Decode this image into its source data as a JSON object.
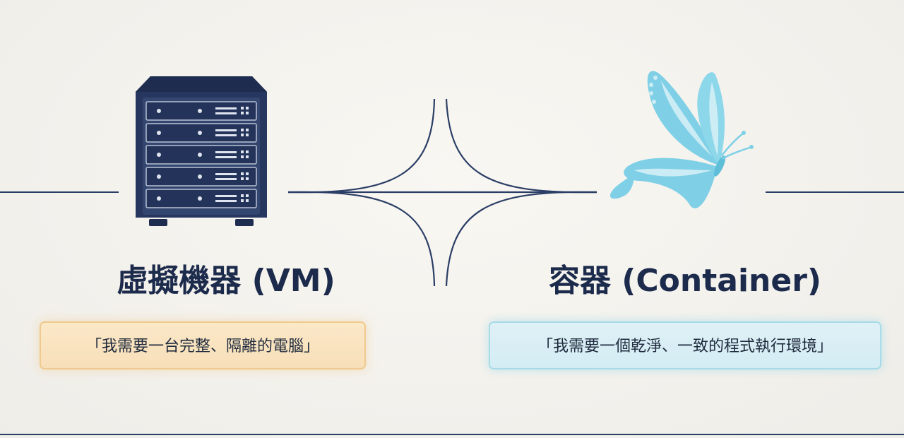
{
  "vm": {
    "title": "虛擬機器 (VM)",
    "quote": "「我需要一台完整、隔離的電腦」",
    "icon": "server-rack-icon",
    "quote_color": "#f7dfb8"
  },
  "container": {
    "title": "容器 (Container)",
    "quote": "「我需要一個乾淨、一致的程式執行環境」",
    "icon": "butterfly-icon",
    "quote_color": "#d3ecf3"
  },
  "colors": {
    "navy": "#1c2b4c",
    "line": "#2b3e66",
    "butterfly": "#7fd0e6",
    "background": "#f4f2ed"
  }
}
